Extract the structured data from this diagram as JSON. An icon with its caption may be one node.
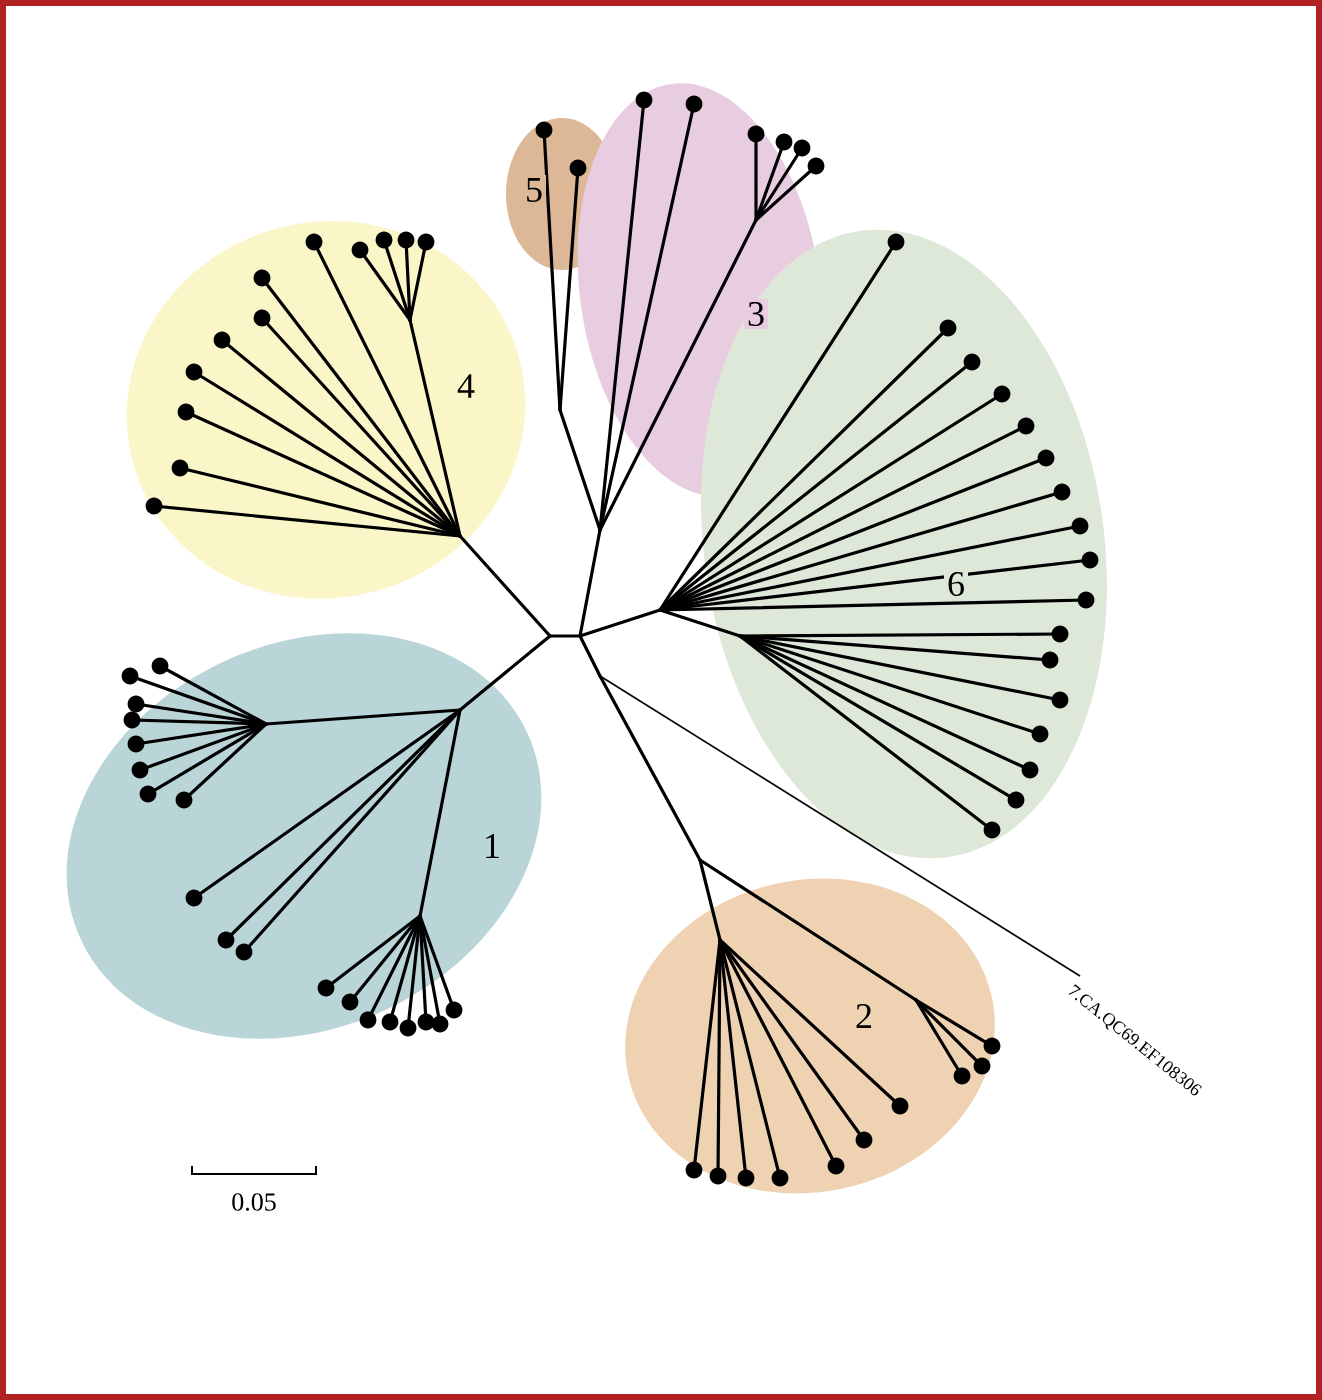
{
  "diagram": {
    "nodes": [
      {
        "text": [
          "5"
        ]
      },
      {
        "text": [
          "3"
        ]
      },
      {
        "text": [
          "4"
        ]
      },
      {
        "text": [
          "6"
        ]
      },
      {
        "text": [
          "1"
        ]
      },
      {
        "text": [
          "2"
        ]
      }
    ],
    "labels": [
      "7.CA.QC69.EF108306",
      "0.05"
    ]
  }
}
